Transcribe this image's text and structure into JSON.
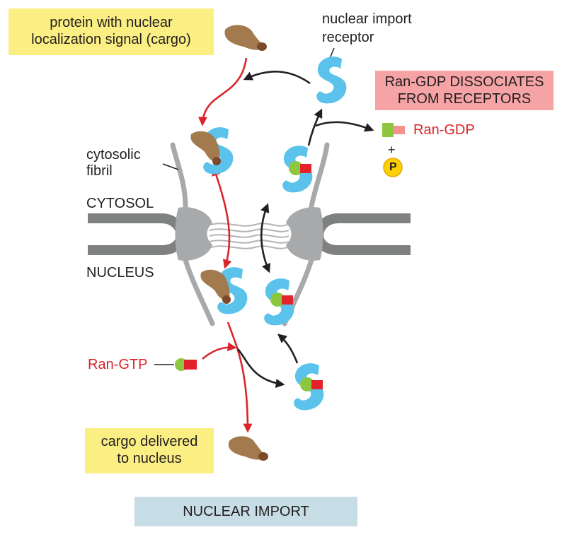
{
  "labels": {
    "cargo_box_line1": "protein with nuclear",
    "cargo_box_line2": "localization signal (cargo)",
    "receptor_line1": "nuclear import",
    "receptor_line2": "receptor",
    "dissociate_line1": "Ran-GDP DISSOCIATES",
    "dissociate_line2": "FROM RECEPTORS",
    "ran_gdp": "Ran-GDP",
    "plus": "+",
    "phosphate": "P",
    "fibril_line1": "cytosolic",
    "fibril_line2": "fibril",
    "cytosol": "CYTOSOL",
    "nucleus": "NUCLEUS",
    "ran_gtp": "Ran-GTP",
    "delivered_line1": "cargo delivered",
    "delivered_line2": "to nucleus",
    "title": "NUCLEAR IMPORT"
  },
  "colors": {
    "receptor": "#5bc2ec",
    "cargo": "#a27a4d",
    "cargo_signal": "#7a4a2a",
    "ran_nucleotide": "#8dc63f",
    "gtp_red": "#e4222c",
    "gdp_pink": "#f4938d",
    "phosphate_fill": "#fdd000",
    "membrane": "#7f8080",
    "pore": "#a7a9ab",
    "red_arrow": "#d9252b",
    "black_arrow": "#231f20"
  }
}
